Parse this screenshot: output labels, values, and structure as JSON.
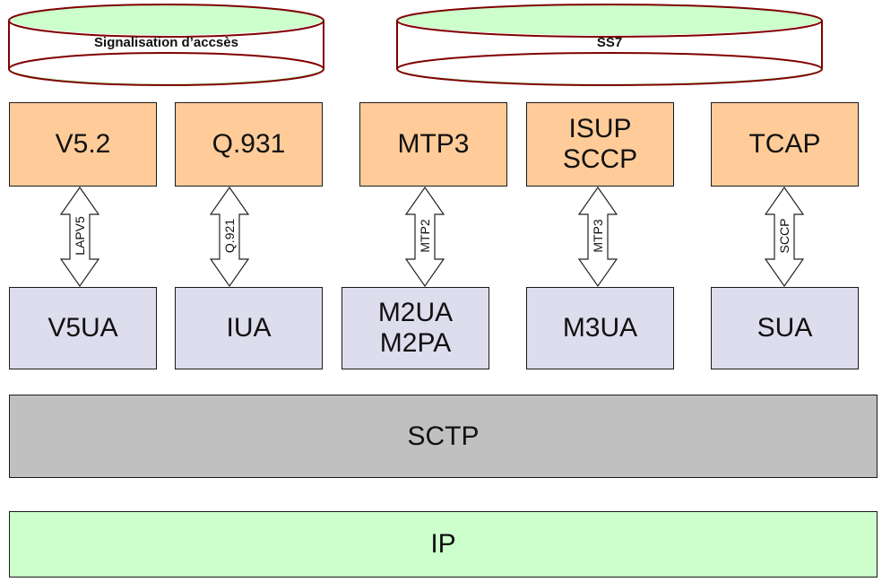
{
  "cylinders": [
    {
      "label": "Signalisation d’accsès"
    },
    {
      "label": "SS7"
    }
  ],
  "upper_boxes": [
    {
      "label": "V5.2"
    },
    {
      "label": "Q.931"
    },
    {
      "label": "MTP3"
    },
    {
      "label": "ISUP\nSCCP",
      "lines": [
        "ISUP",
        "SCCP"
      ]
    },
    {
      "label": "TCAP"
    }
  ],
  "arrows": [
    {
      "label": "LAPV5"
    },
    {
      "label": "Q.921"
    },
    {
      "label": "MTP2"
    },
    {
      "label": "MTP3"
    },
    {
      "label": "SCCP"
    }
  ],
  "lower_boxes": [
    {
      "label": "V5UA"
    },
    {
      "label": "IUA"
    },
    {
      "label": "M2UA\nM2PA",
      "lines": [
        "M2UA",
        "M2PA"
      ]
    },
    {
      "label": "M3UA"
    },
    {
      "label": "SUA"
    }
  ],
  "transport": {
    "label": "SCTP"
  },
  "network": {
    "label": "IP"
  },
  "colors": {
    "upper_fill": "#ffcc99",
    "lower_fill": "#ddddee",
    "sctp_fill": "#c0c0c0",
    "ip_fill": "#ccffcc",
    "cylinder_cap_fill": "#ccffcc",
    "cylinder_stroke": "#800000"
  }
}
